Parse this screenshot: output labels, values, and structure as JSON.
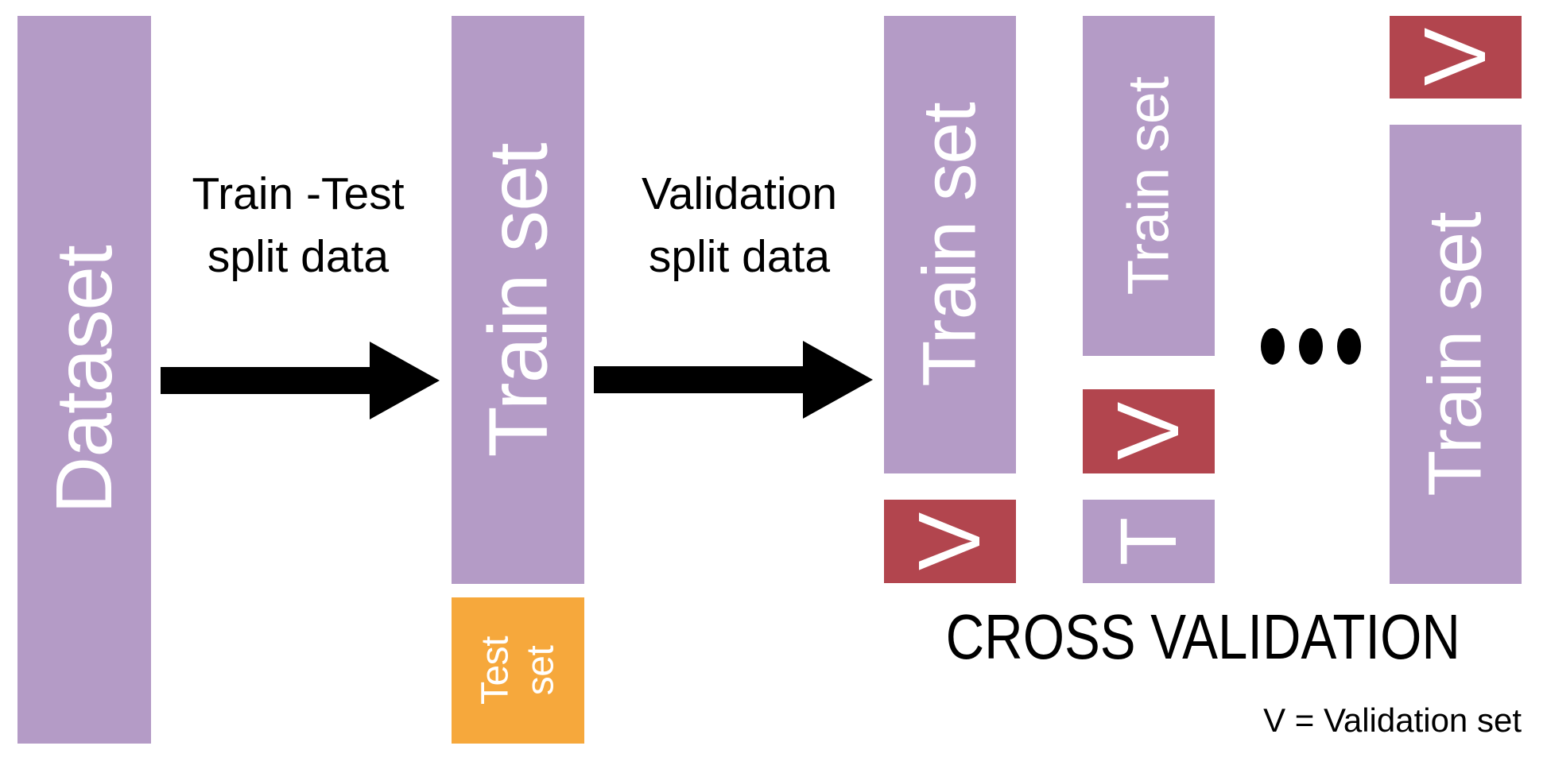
{
  "colors": {
    "purple": "#b49bc6",
    "red": "#b2454e",
    "orange": "#f6a83c",
    "text": "#000000",
    "label": "#ffffff",
    "background": "#ffffff"
  },
  "dataset_bar": {
    "label": "Dataset"
  },
  "step1": {
    "line1": "Train -Test",
    "line2": "split data"
  },
  "train_test": {
    "train_label": "Train set",
    "test_line1": "Test",
    "test_line2": "set"
  },
  "step2": {
    "line1": "Validation",
    "line2": "split data"
  },
  "folds": {
    "fold1": {
      "train_label": "Train set",
      "validation_label": "V"
    },
    "fold2": {
      "train_label": "Train set",
      "validation_label": "V",
      "test_label": "T"
    },
    "fold3": {
      "validation_label": "V",
      "train_label": "Train set"
    }
  },
  "cross_validation": {
    "title": "CROSS VALIDATION",
    "legend": "V = Validation set",
    "ellipsis": "..."
  }
}
